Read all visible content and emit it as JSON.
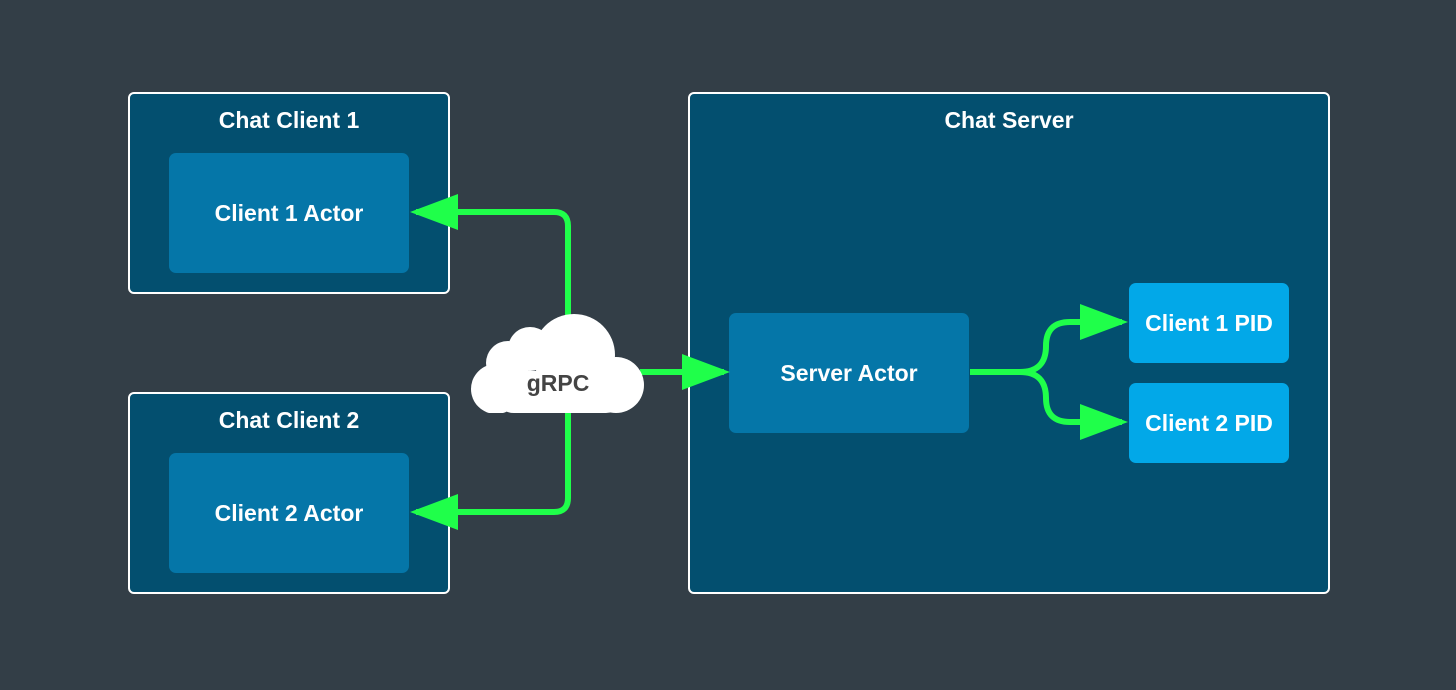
{
  "clients": [
    {
      "title": "Chat Client 1",
      "actor": "Client 1 Actor"
    },
    {
      "title": "Chat Client 2",
      "actor": "Client 2 Actor"
    }
  ],
  "server": {
    "title": "Chat Server",
    "actor": "Server Actor",
    "pids": [
      "Client 1 PID",
      "Client 2 PID"
    ]
  },
  "transport": {
    "label": "gRPC"
  },
  "colors": {
    "background": "#333e47",
    "container": "#034f6f",
    "actor": "#0576a8",
    "pid": "#02a8e8",
    "connector": "#1fff4a"
  }
}
